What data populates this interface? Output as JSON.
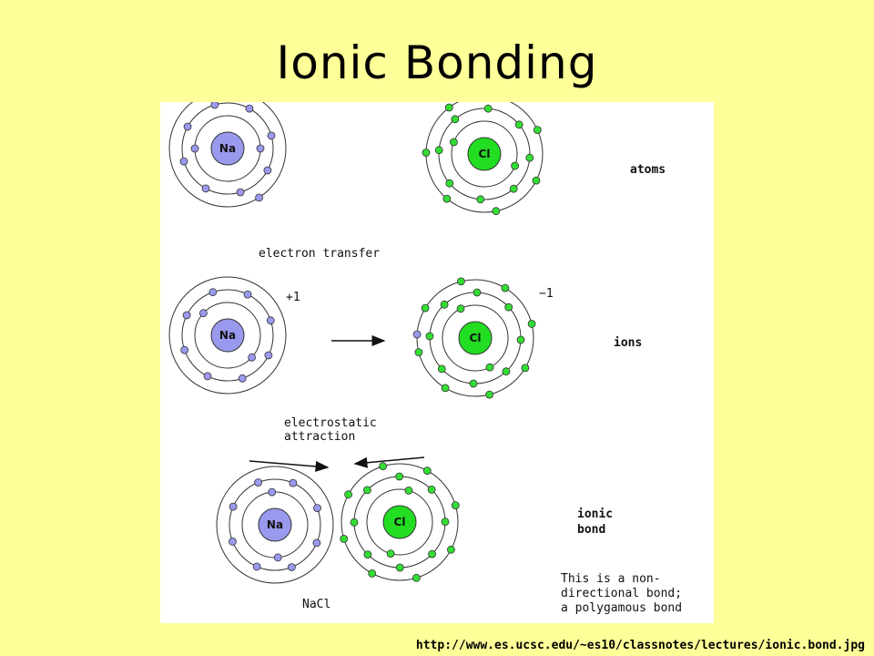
{
  "slide": {
    "title": "Ionic Bonding",
    "source_url": "http://www.es.ucsc.edu/~es10/classnotes/lectures/ionic.bond.jpg"
  },
  "colors": {
    "background": "#ffff99",
    "sodium_nucleus": "#9999ee",
    "sodium_electron": "#9999ee",
    "chlorine_nucleus": "#22dd22",
    "chlorine_electron": "#33dd33",
    "outline": "#333333"
  },
  "diagram": {
    "labels": {
      "atoms": "atoms",
      "electron_transfer": "electron transfer",
      "ions": "ions",
      "electrostatic_line1": "electrostatic",
      "electrostatic_line2": "attraction",
      "ionic_line1": "ionic",
      "ionic_line2": "bond",
      "na_charge": "+1",
      "cl_charge": "−1",
      "nacl": "NaCl",
      "note_line1": "This is a non-",
      "note_line2": "directional bond;",
      "note_line3": "a polygamous bond"
    },
    "atoms": [
      {
        "id": "na-atom",
        "symbol": "Na",
        "shells": [
          2,
          8,
          1
        ],
        "kind": "na"
      },
      {
        "id": "cl-atom",
        "symbol": "Cl",
        "shells": [
          2,
          8,
          7
        ],
        "kind": "cl"
      },
      {
        "id": "na-ion",
        "symbol": "Na",
        "shells": [
          2,
          8
        ],
        "kind": "na"
      },
      {
        "id": "cl-ion",
        "symbol": "Cl",
        "shells": [
          2,
          8,
          8
        ],
        "kind": "cl",
        "transferred_electron": true
      },
      {
        "id": "na-bonded",
        "symbol": "Na",
        "shells": [
          2,
          8
        ],
        "kind": "na"
      },
      {
        "id": "cl-bonded",
        "symbol": "Cl",
        "shells": [
          2,
          8,
          8
        ],
        "kind": "cl"
      }
    ]
  }
}
